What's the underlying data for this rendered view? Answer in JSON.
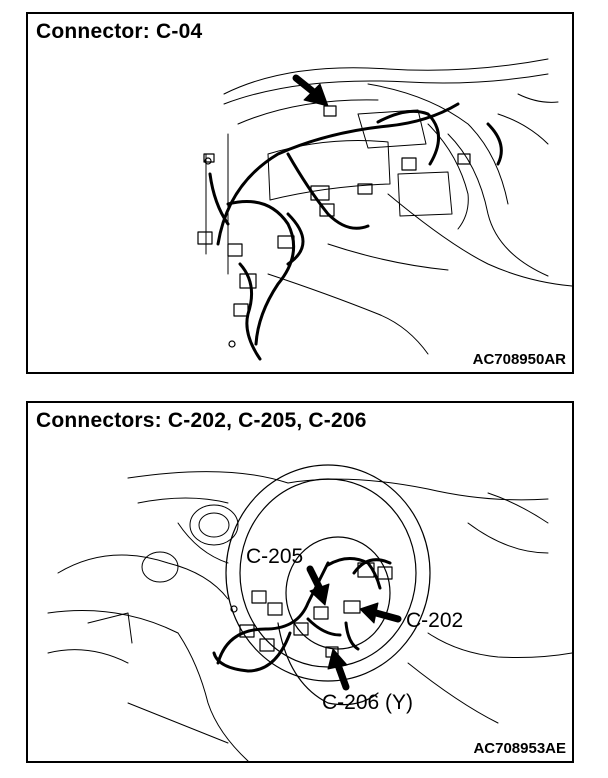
{
  "panels": [
    {
      "title": "Connector: C-04",
      "code": "AC708950AR",
      "illustration": "dashboard-harness-drawing"
    },
    {
      "title": "Connectors: C-202, C-205, C-206",
      "code": "AC708953AE",
      "illustration": "steering-column-harness-drawing",
      "callouts": {
        "c205": "C-205",
        "c202": "C-202",
        "c206": "C-206 (Y)"
      }
    }
  ]
}
